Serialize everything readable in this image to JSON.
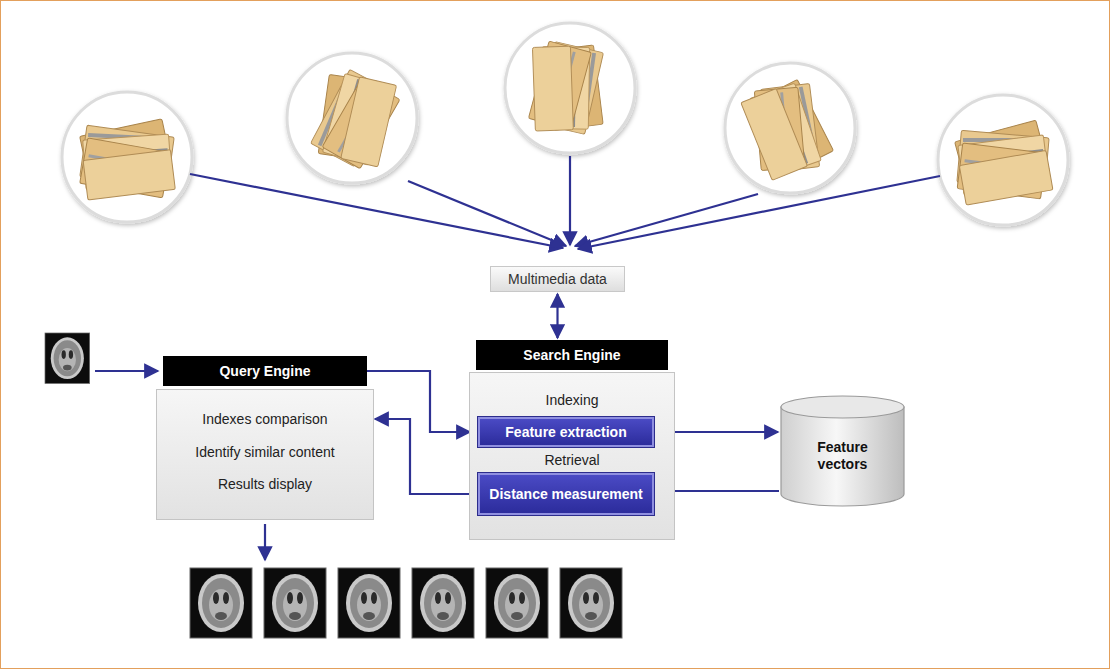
{
  "diagram": {
    "nodes": [
      {
        "text": [
          "Multimedia data"
        ]
      },
      {
        "text": [
          "Search Engine"
        ]
      },
      {
        "text": [
          "Indexing",
          "Retrieval"
        ]
      },
      {
        "text": [
          "Feature extraction"
        ],
        "in": 2
      },
      {
        "text": [
          "Distance measurement"
        ],
        "in": 2
      },
      {
        "text": [
          "Query Engine"
        ]
      },
      {
        "text": [
          "Indexes comparison",
          "Identify similar content",
          "Results display"
        ]
      },
      {
        "text": [
          "Feature vectors"
        ]
      }
    ],
    "edges": [
      {
        "from": 0,
        "to": 1,
        "arrow": "both"
      },
      {
        "from": 5,
        "to": 3,
        "arrow": "to"
      },
      {
        "from": 3,
        "to": 7,
        "arrow": "to"
      },
      {
        "from": 7,
        "to": 4,
        "arrow": "to"
      },
      {
        "from": 4,
        "to": 6,
        "arrow": "to"
      }
    ]
  }
}
